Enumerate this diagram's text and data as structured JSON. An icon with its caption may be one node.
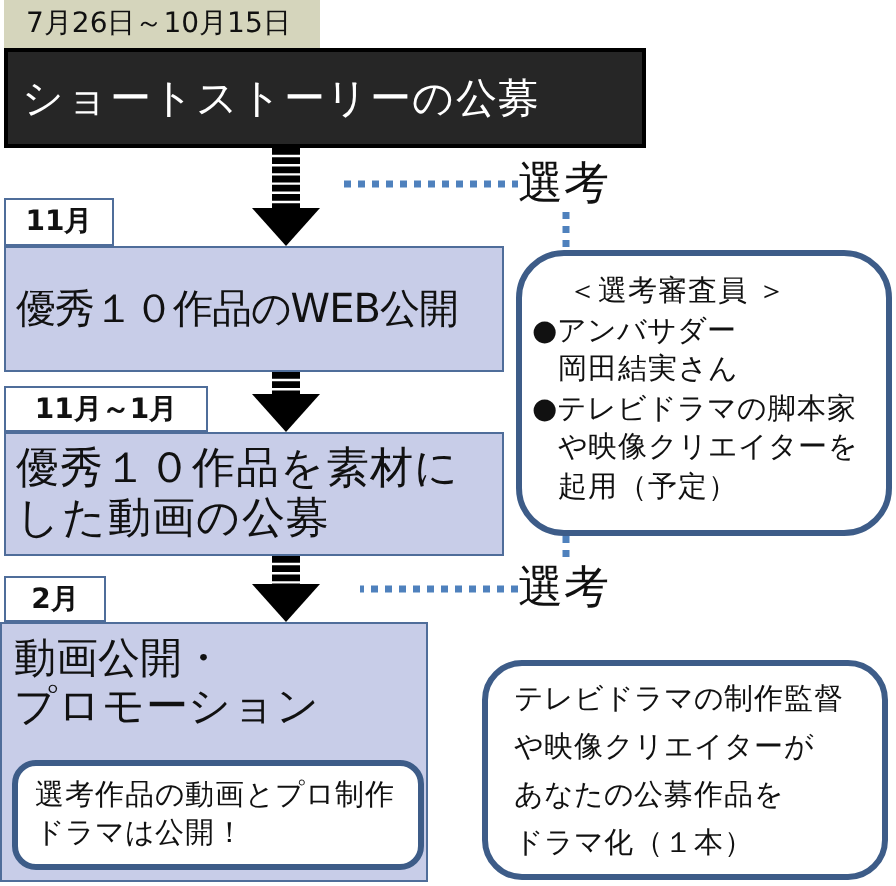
{
  "diagram": {
    "nodes": [
      {
        "text": [
          "7月26日～10月15日"
        ]
      },
      {
        "text": [
          "ショートストーリーの公募"
        ]
      },
      {
        "text": [
          "11月"
        ]
      },
      {
        "text": [
          "優秀１０作品のWEB公開"
        ]
      },
      {
        "text": [
          "11月～1月"
        ]
      },
      {
        "text": [
          "優秀１０作品を素材にした動画の公募"
        ]
      },
      {
        "text": [
          "2月"
        ]
      },
      {
        "text": [
          "動画公開・プロモーション"
        ]
      },
      {
        "text": [
          "選考作品の動画とプロ制作ドラマは公開！"
        ],
        "in": 7
      },
      {
        "text": [
          "選考"
        ]
      },
      {
        "text": [
          "＜選考審査員 ＞",
          "●アンバサダー",
          "岡田結実さん",
          "●テレビドラマの脚本家や映像クリエイターを起用（予定）"
        ]
      },
      {
        "text": [
          "選考"
        ]
      },
      {
        "text": [
          "テレビドラマの制作監督や映像クリエイターがあなたの公募作品をドラマ化（１本）"
        ]
      }
    ],
    "edges": [
      {
        "from": 1,
        "to": 3,
        "arrow": "to",
        "color": "#000000"
      },
      {
        "from": 3,
        "to": 5,
        "arrow": "to",
        "color": "#000000"
      },
      {
        "from": 5,
        "to": 7,
        "arrow": "to",
        "color": "#000000"
      },
      {
        "from": null,
        "to": 9,
        "arrow": "none",
        "style": "dashed",
        "color": "#4f81bd"
      },
      {
        "from": 9,
        "to": 10,
        "arrow": "none",
        "style": "dashed",
        "color": "#4f81bd"
      },
      {
        "from": 10,
        "to": 11,
        "arrow": "none",
        "style": "dashed",
        "color": "#4f81bd"
      },
      {
        "from": 11,
        "to": null,
        "arrow": "none",
        "style": "dashed",
        "color": "#4f81bd"
      }
    ]
  }
}
